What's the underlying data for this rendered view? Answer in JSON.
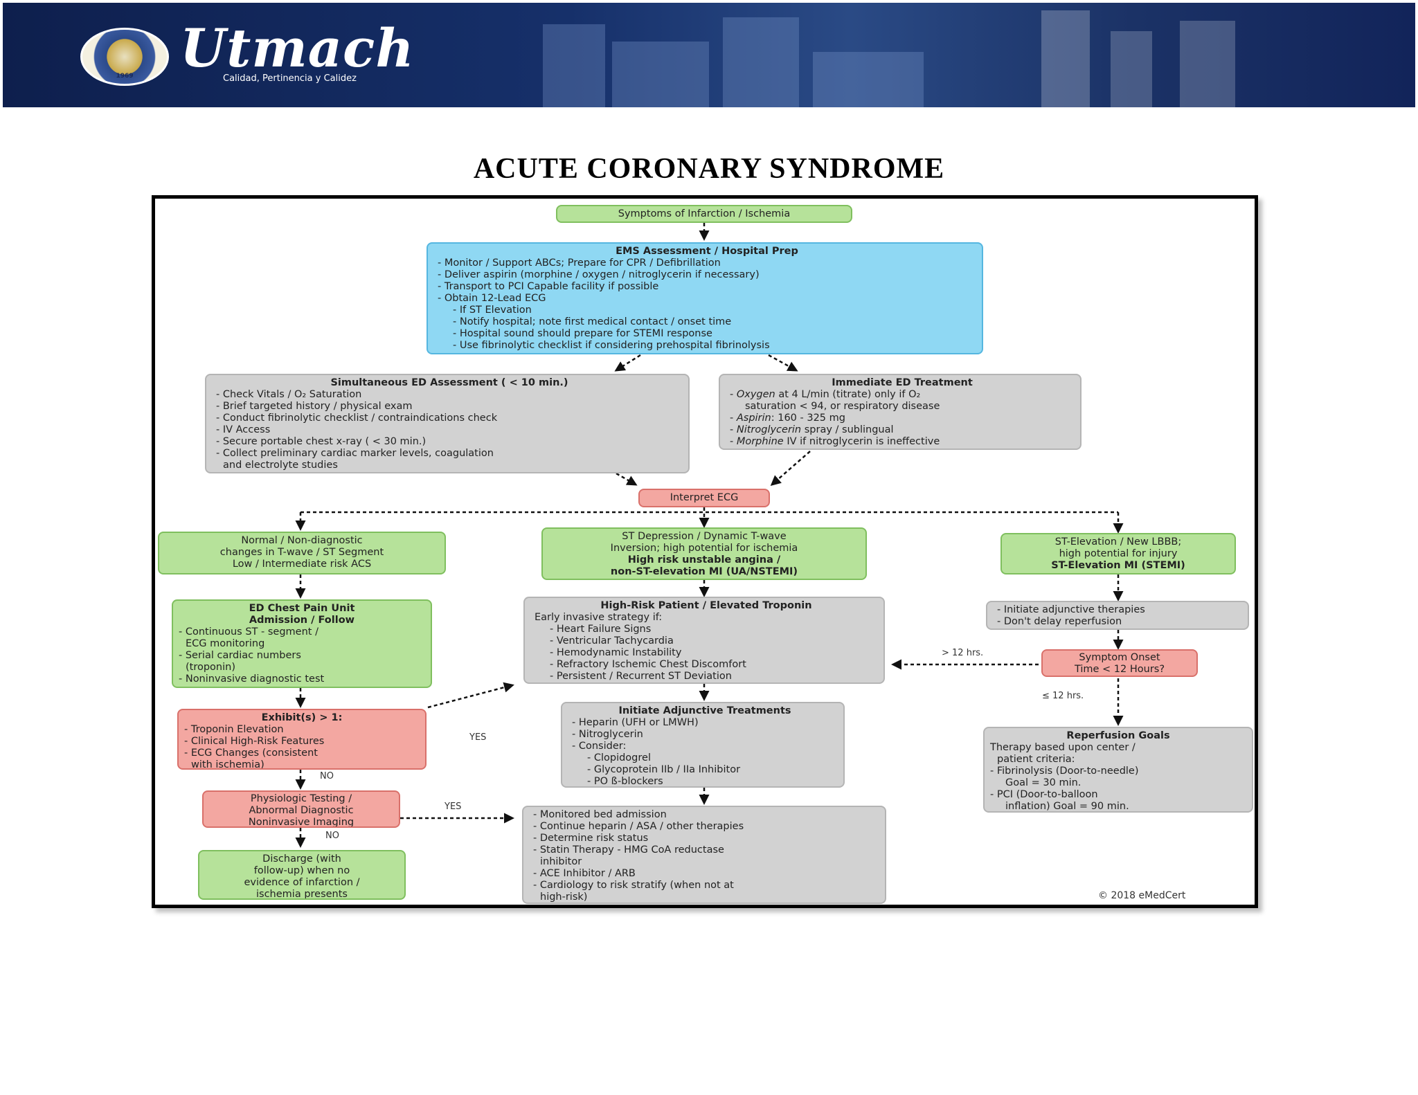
{
  "header": {
    "logo_text": "Utmach",
    "tagline": "Calidad, Pertinencia y Calidez",
    "seal_year": "1969"
  },
  "page_title": "ACUTE CORONARY SYNDROME",
  "flow": {
    "symptoms": "Symptoms of Infarction / Ischemia",
    "ems": {
      "title": "EMS Assessment / Hospital Prep",
      "lines": [
        "- Monitor / Support ABCs; Prepare for CPR / Defibrillation",
        "- Deliver aspirin (morphine / oxygen / nitroglycerin if necessary)",
        "- Transport to PCI Capable facility if possible",
        "- Obtain 12-Lead ECG"
      ],
      "sub_lines": [
        "- If ST Elevation",
        "- Notify hospital; note first medical contact / onset time",
        "- Hospital sound should prepare for STEMI response",
        "- Use fibrinolytic checklist if considering prehospital fibrinolysis"
      ]
    },
    "sim_ed": {
      "title": "Simultaneous ED Assessment ( < 10 min.)",
      "lines": [
        "- Check Vitals / O₂ Saturation",
        "- Brief targeted history / physical exam",
        "- Conduct fibrinolytic checklist / contraindications check",
        "- IV Access",
        "- Secure portable chest x-ray ( < 30 min.)",
        "- Collect preliminary cardiac marker levels, coagulation",
        "  and electrolyte studies"
      ]
    },
    "imm_ed": {
      "title": "Immediate ED Treatment",
      "items": [
        {
          "drug": "Oxygen",
          "text": " at 4 L/min (titrate) only if O₂"
        },
        {
          "drug": "",
          "text": "saturation < 94, or respiratory disease"
        },
        {
          "drug": "Aspirin",
          "text": ": 160 - 325 mg"
        },
        {
          "drug": "Nitroglycerin",
          "text": " spray / sublingual"
        },
        {
          "drug": "Morphine",
          "text": " IV if nitroglycerin is ineffective"
        }
      ]
    },
    "interpret": "Interpret ECG",
    "normal": [
      "Normal / Non-diagnostic",
      "changes in T-wave / ST Segment",
      "Low / Intermediate risk ACS"
    ],
    "st_dep": {
      "lines": [
        "ST Depression / Dynamic T-wave",
        "Inversion; high potential for ischemia"
      ],
      "bold_lines": [
        "High risk unstable angina /",
        "non-ST-elevation MI (UA/NSTEMI)"
      ]
    },
    "st_elev": {
      "lines": [
        "ST-Elevation / New LBBB;",
        "high potential for injury"
      ],
      "bold_lines": [
        "ST-Elevation MI (STEMI)"
      ]
    },
    "chest_pain": {
      "title_lines": [
        "ED Chest Pain Unit",
        "Admission / Follow"
      ],
      "lines": [
        "- Continuous ST - segment /",
        "  ECG monitoring",
        "- Serial cardiac numbers",
        "  (troponin)",
        "- Noninvasive diagnostic test"
      ]
    },
    "high_risk": {
      "title": "High-Risk Patient / Elevated Troponin",
      "lead": "Early invasive strategy if:",
      "lines": [
        "- Heart Failure Signs",
        "- Ventricular Tachycardia",
        "- Hemodynamic Instability",
        "- Refractory Ischemic Chest Discomfort",
        "- Persistent / Recurrent ST Deviation"
      ]
    },
    "adjunctive": {
      "lines": [
        "- Initiate adjunctive therapies",
        "- Don't delay reperfusion"
      ]
    },
    "symptom_onset": [
      "Symptom Onset",
      "Time < 12 Hours?"
    ],
    "gt12": "> 12 hrs.",
    "le12": "≤ 12 hrs.",
    "exhibit": {
      "title": "Exhibit(s) > 1:",
      "lines": [
        "- Troponin Elevation",
        "- Clinical High-Risk Features",
        "- ECG Changes (consistent",
        "  with ischemia)"
      ]
    },
    "yes1": "YES",
    "no1": "NO",
    "initiate_adj": {
      "title": "Initiate Adjunctive Treatments",
      "lines": [
        "- Heparin (UFH or LMWH)",
        "- Nitroglycerin",
        "- Consider:"
      ],
      "sub_lines": [
        "- Clopidogrel",
        "- Glycoprotein IIb / IIa Inhibitor",
        "- PO ß-blockers"
      ]
    },
    "reperfusion": {
      "title": "Reperfusion Goals",
      "lines": [
        "Therapy based upon center /",
        "  patient criteria:",
        "- Fibrinolysis (Door-to-needle)",
        "  Goal = 30 min.",
        "- PCI (Door-to-balloon",
        "  inflation) Goal = 90 min."
      ]
    },
    "physio": [
      "Physiologic Testing /",
      "Abnormal Diagnostic",
      "Noninvasive Imaging"
    ],
    "yes2": "YES",
    "no2": "NO",
    "monitored": {
      "lines": [
        "- Monitored bed admission",
        "- Continue heparin / ASA / other therapies",
        "- Determine risk status",
        "- Statin Therapy - HMG CoA reductase",
        "  inhibitor",
        "- ACE Inhibitor / ARB",
        "- Cardiology to risk stratify (when not at",
        "  high-risk)"
      ]
    },
    "discharge": [
      "Discharge (with",
      "follow-up) when no",
      "evidence of infarction /",
      "ischemia presents"
    ],
    "copyright": "© 2018 eMedCert"
  },
  "colors": {
    "green": "#b6e29a",
    "blue": "#8fd8f3",
    "gray": "#d2d2d2",
    "red": "#f3a7a1",
    "banner": "#16306a"
  }
}
